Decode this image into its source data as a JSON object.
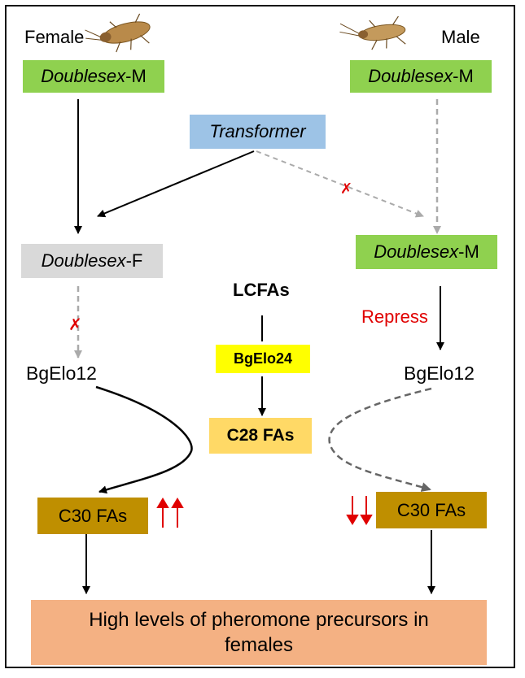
{
  "labels": {
    "female": "Female",
    "male": "Male",
    "repress": "Repress",
    "lcfas": "LCFAs",
    "bgelo12_left": "BgElo12",
    "bgelo12_right": "BgElo12"
  },
  "boxes": {
    "dsx_m_female": {
      "italic": "Doublesex",
      "suffix": "-M"
    },
    "dsx_m_male_top": {
      "italic": "Doublesex",
      "suffix": "-M"
    },
    "transformer": "Transformer",
    "dsx_f": {
      "italic": "Doublesex",
      "suffix": "-F"
    },
    "dsx_m_male_mid": {
      "italic": "Doublesex",
      "suffix": "-M"
    },
    "bgelo24": "BgElo24",
    "c28": "C28 FAs",
    "c30_left": "C30 FAs",
    "c30_right": "C30 FAs",
    "bottom": "High levels of pheromone precursors in females"
  },
  "indicators": {
    "left": "↑↑",
    "right": "↓↓",
    "blocked": "✗"
  },
  "colors": {
    "green": "#8fd14f",
    "blue": "#9dc3e6",
    "gray": "#d9d9d9",
    "yellow": "#ffff00",
    "light_gold": "#ffd966",
    "gold": "#bf8f00",
    "salmon": "#f4b183",
    "red": "#e00000"
  }
}
